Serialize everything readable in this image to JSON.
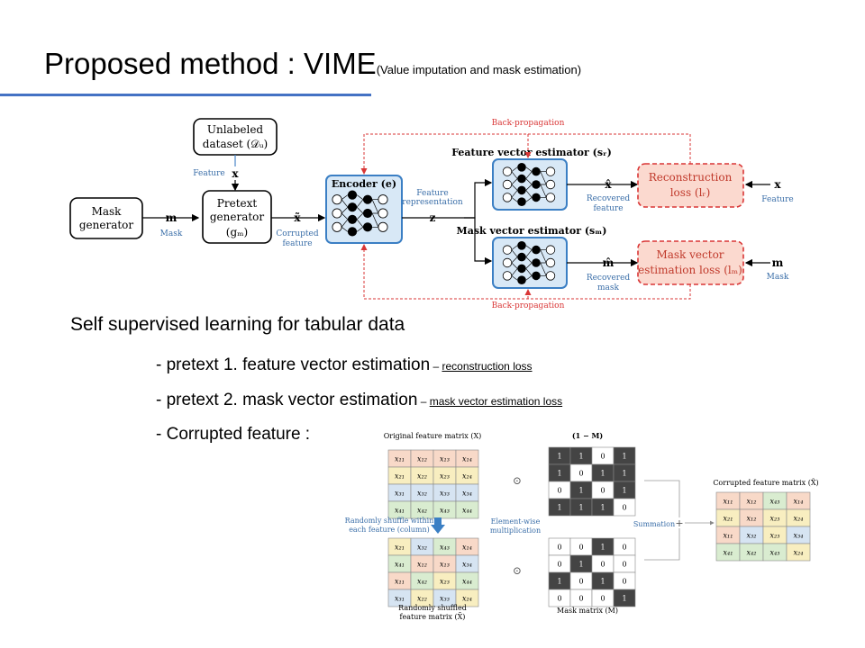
{
  "slide": {
    "title_main": "Proposed method : VIME",
    "title_sub": "(Value imputation and mask estimation)",
    "heading": "Self supervised learning for tabular data",
    "bullets": [
      {
        "text": "- pretext 1. feature vector estimation",
        "dash": " – ",
        "note": "reconstruction loss"
      },
      {
        "text": "- pretext 2. mask vector estimation",
        "dash": " – ",
        "note": "mask vector estimation loss"
      },
      {
        "text": "- Corrupted feature :"
      }
    ]
  },
  "diagram": {
    "mask_generator": [
      "Mask",
      "generator"
    ],
    "unlabeled": [
      "Unlabeled",
      "dataset (𝒟ᵤ)"
    ],
    "feature_lbl": "Feature",
    "x": "x",
    "m": "m",
    "mask_lbl": "Mask",
    "pretext": [
      "Pretext",
      "generator",
      "(gₘ)"
    ],
    "x_tilde": "x̃",
    "corrupted": [
      "Corrupted",
      "feature"
    ],
    "encoder": "Encoder (e)",
    "feature_repr": [
      "Feature",
      "representation"
    ],
    "z": "z",
    "fve": "Feature vector estimator (sᵣ)",
    "mve": "Mask vector estimator (sₘ)",
    "x_hat": "x̂",
    "m_hat": "m̂",
    "recovered_feature": [
      "Recovered",
      "feature"
    ],
    "recovered_mask": [
      "Recovered",
      "mask"
    ],
    "recon_loss": [
      "Reconstruction",
      "loss (lᵣ)"
    ],
    "mask_loss": [
      "Mask vector",
      "estimation loss (lₘ)"
    ],
    "backprop": "Back-propagation"
  },
  "figure2": {
    "orig_title": "Original feature matrix (X)",
    "orig": [
      [
        "x₁₁",
        "x₁₂",
        "x₁₃",
        "x₁₄"
      ],
      [
        "x₂₁",
        "x₂₂",
        "x₂₃",
        "x₂₄"
      ],
      [
        "x₃₁",
        "x₃₂",
        "x₃₃",
        "x₃₄"
      ],
      [
        "x₄₁",
        "x₄₂",
        "x₄₃",
        "x₄₄"
      ]
    ],
    "shuffled": [
      [
        "x₂₁",
        "x₃₂",
        "x₄₃",
        "x₁₄"
      ],
      [
        "x₄₁",
        "x₁₂",
        "x₁₃",
        "x₃₄"
      ],
      [
        "x₁₁",
        "x₄₂",
        "x₂₃",
        "x₄₄"
      ],
      [
        "x₃₁",
        "x₂₂",
        "x₃₃",
        "x₂₄"
      ]
    ],
    "shuffle_label": [
      "Randomly shuffle within",
      "each feature (column)"
    ],
    "shuffled_title": [
      "Randomly shuffled",
      "feature matrix (X̄)"
    ],
    "one_minus_m_title": "(1 − M)",
    "one_minus_m": [
      [
        1,
        1,
        0,
        1
      ],
      [
        1,
        0,
        1,
        1
      ],
      [
        0,
        1,
        0,
        1
      ],
      [
        1,
        1,
        1,
        0
      ]
    ],
    "mask": [
      [
        0,
        0,
        1,
        0
      ],
      [
        0,
        1,
        0,
        0
      ],
      [
        1,
        0,
        1,
        0
      ],
      [
        0,
        0,
        0,
        1
      ]
    ],
    "mask_title": "Mask matrix (M)",
    "elementwise": [
      "Element-wise",
      "multiplication"
    ],
    "summation": "Summation",
    "plus": "+",
    "odot": "⊙",
    "corrupted_title": "Corrupted feature matrix (X̃)",
    "corrupted": [
      [
        "x₁₁",
        "x₁₂",
        "x₄₃",
        "x₁₄"
      ],
      [
        "x₂₁",
        "x₁₂",
        "x₂₃",
        "x₂₄"
      ],
      [
        "x₁₁",
        "x₃₂",
        "x₂₃",
        "x₃₄"
      ],
      [
        "x₄₁",
        "x₄₂",
        "x₄₃",
        "x₂₄"
      ]
    ],
    "colors": {
      "row1": "#f8d9c8",
      "row2": "#f8eec0",
      "row3": "#d6e4f2",
      "row4": "#d9ecd0",
      "dark": "#444444"
    }
  }
}
